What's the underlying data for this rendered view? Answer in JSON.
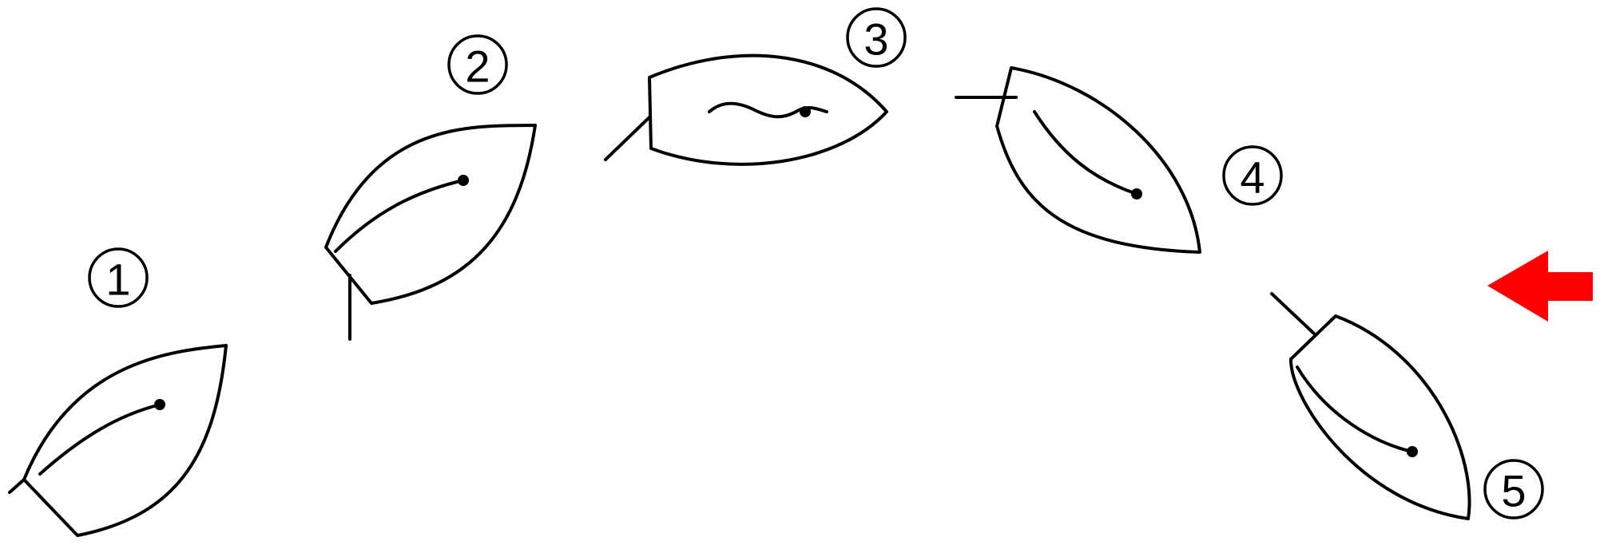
{
  "labels": {
    "b1": "1",
    "b2": "2",
    "b3": "3",
    "b4": "4",
    "b5": "5"
  },
  "colors": {
    "line": "#000000",
    "wind_arrow": "#ff0000"
  },
  "icons": {
    "wind": "arrow-left-icon"
  }
}
